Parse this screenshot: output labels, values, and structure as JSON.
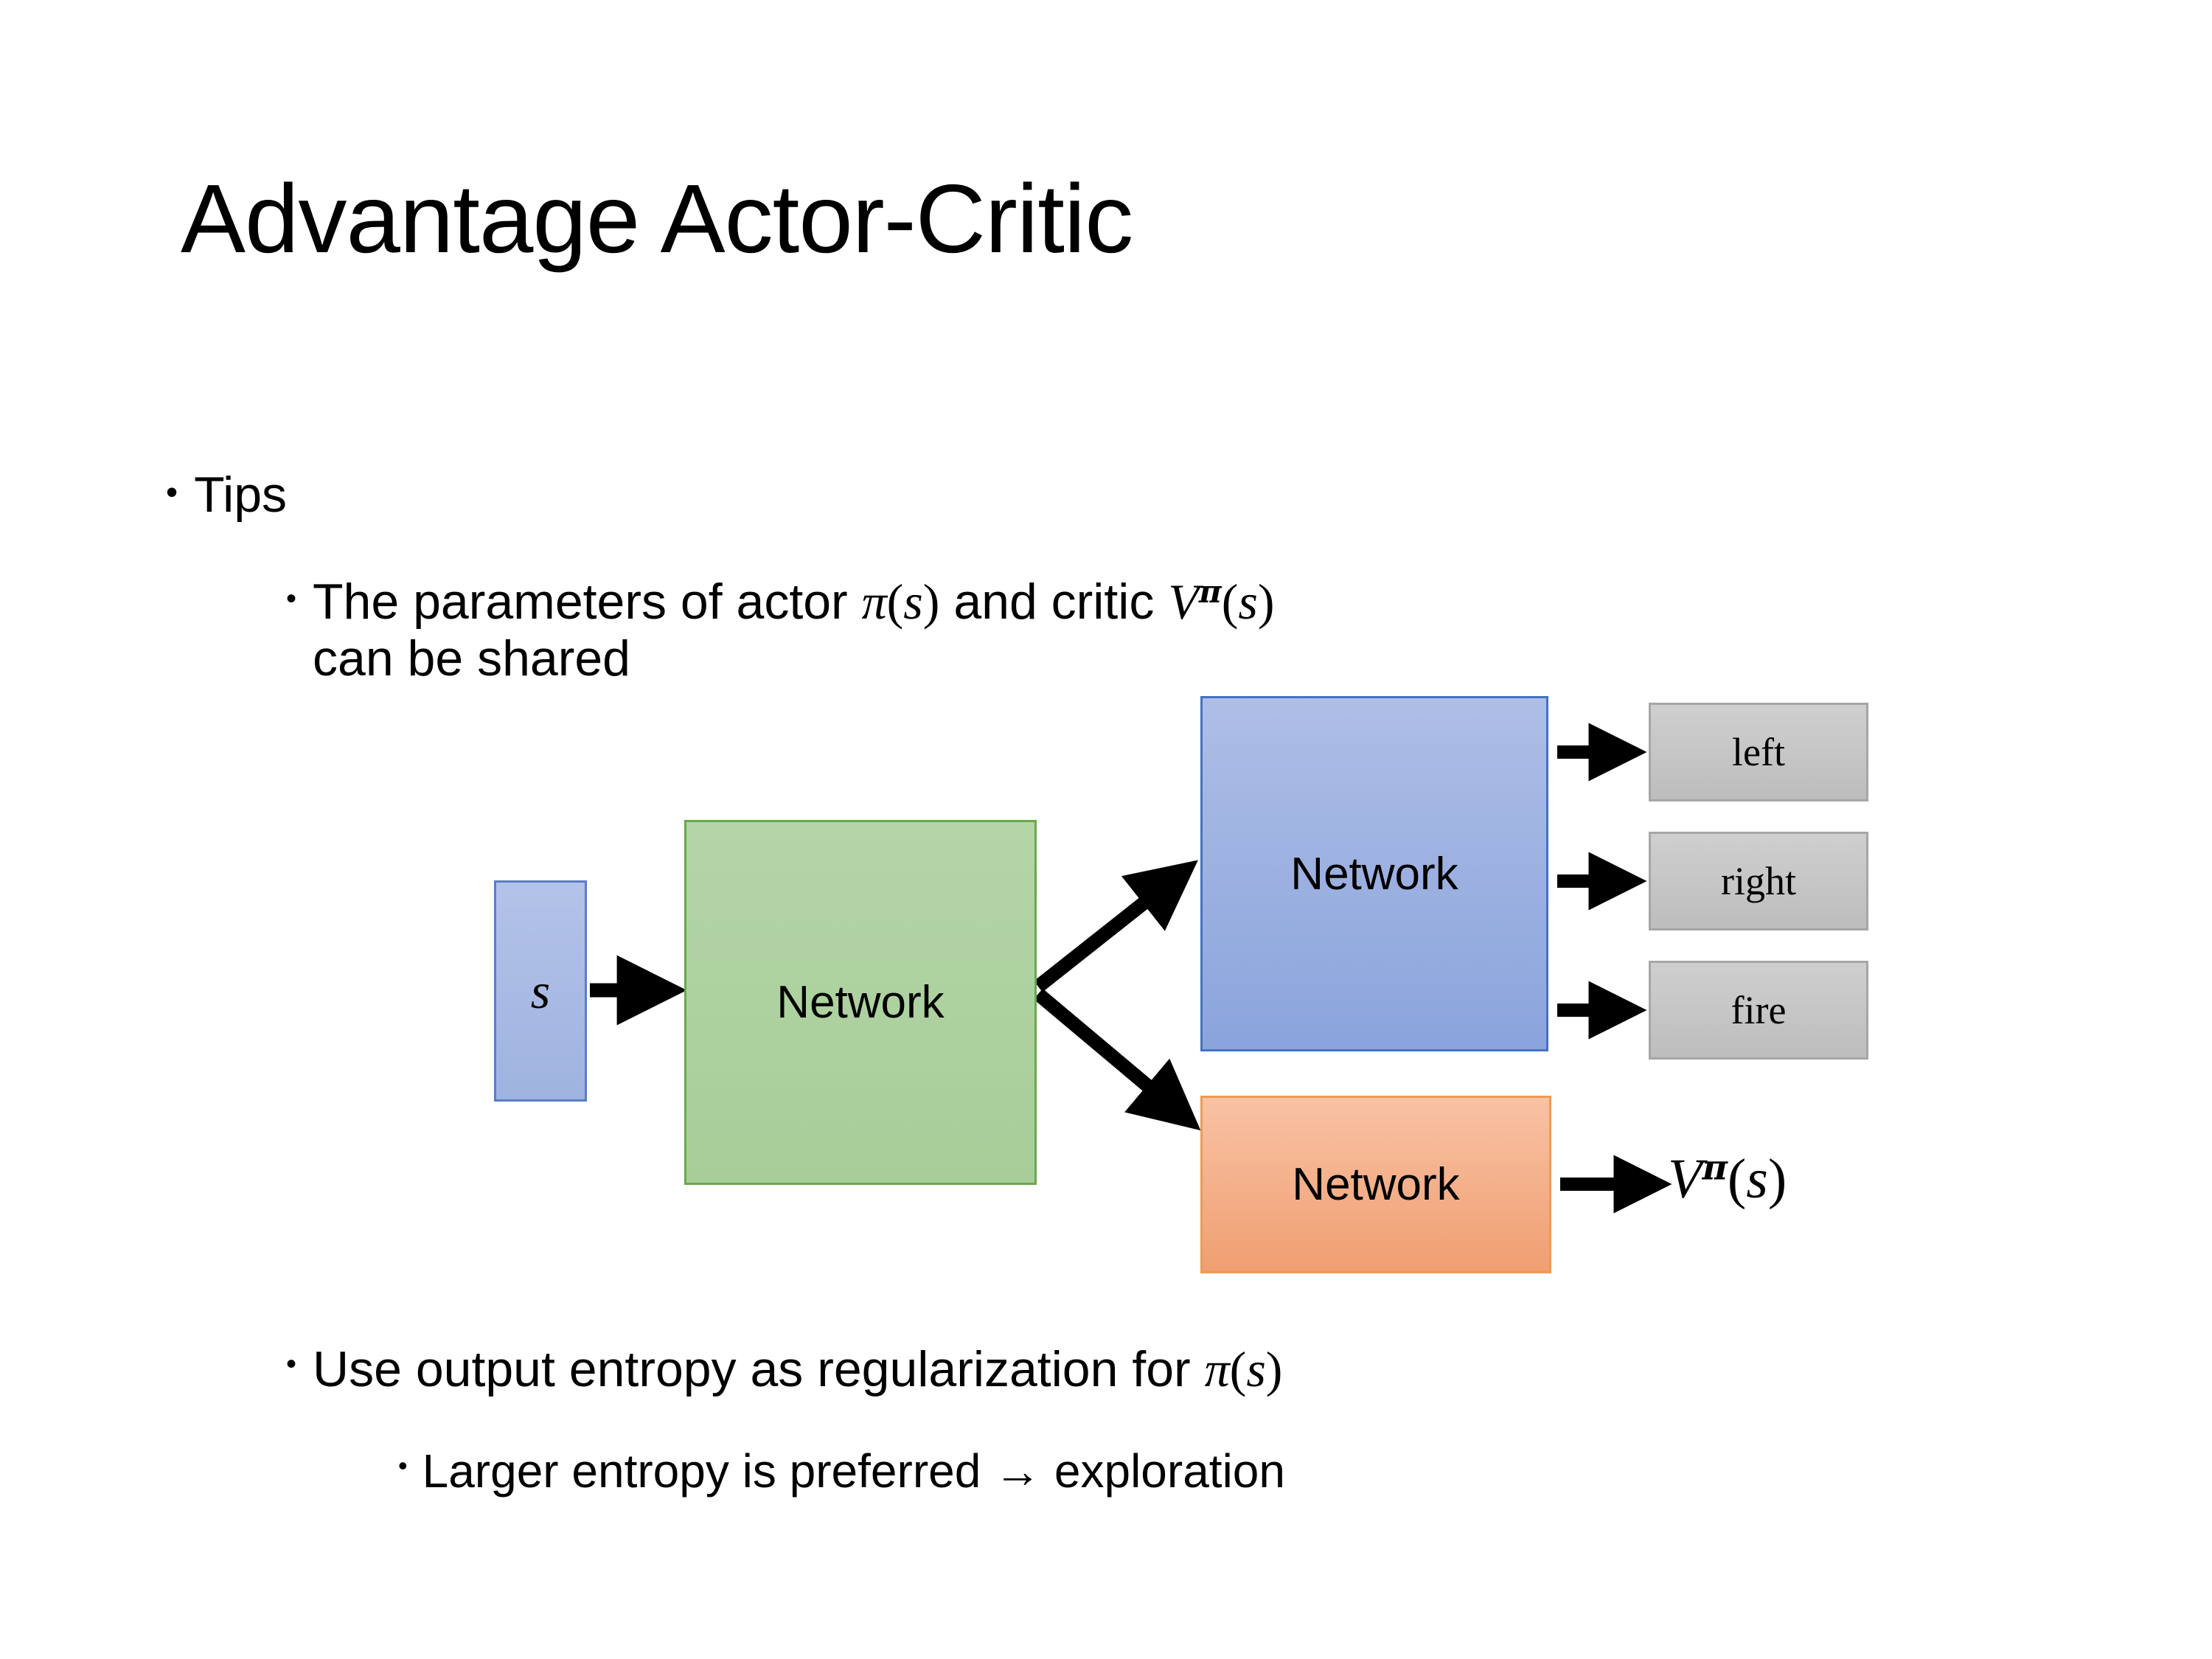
{
  "slide": {
    "title": "Advantage Actor-Critic",
    "bullets": {
      "tips": "Tips",
      "params_pre": "The parameters of actor ",
      "params_actor_math": "π(s)",
      "params_mid": "  and critic ",
      "params_critic_math": "Vπ(s)",
      "params_post": "can be shared",
      "entropy_pre": "Use output entropy as regularization for ",
      "entropy_math": "π(s)",
      "larger": "Larger entropy is preferred → exploration"
    },
    "bullet_marker": "•"
  },
  "diagram": {
    "state_box": {
      "label": "s",
      "fill": "#9fb3e0",
      "border": "#5b7dc4"
    },
    "shared_network": {
      "label": "Network",
      "fill": "#a8cd99",
      "border": "#6aa84f"
    },
    "actor_network": {
      "label": "Network",
      "fill": "#8aa4dc",
      "border": "#4472c4"
    },
    "critic_network": {
      "label": "Network",
      "fill": "#f09f71",
      "border": "#ed9b53"
    },
    "actions": [
      {
        "label": "left",
        "fill": "#c6c6c6",
        "border": "#a6a6a6"
      },
      {
        "label": "right",
        "fill": "#c6c6c6",
        "border": "#a6a6a6"
      },
      {
        "label": "fire",
        "fill": "#c6c6c6",
        "border": "#a6a6a6"
      }
    ],
    "value_output": {
      "base": "V",
      "sup": "π",
      "arg": "(s)"
    },
    "arrow_color": "#000000"
  }
}
